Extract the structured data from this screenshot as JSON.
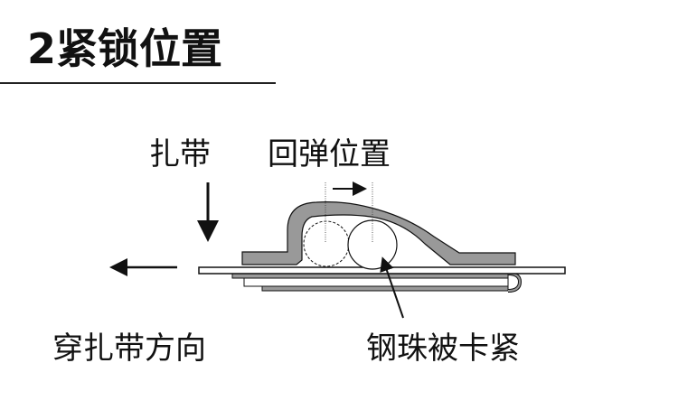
{
  "title": "2紧锁位置",
  "labels": {
    "strap": "扎带",
    "rebound": "回弹位置",
    "direction": "穿扎带方向",
    "ball": "钢珠被卡紧"
  },
  "colors": {
    "buckle": "#999999",
    "line": "#111111"
  }
}
